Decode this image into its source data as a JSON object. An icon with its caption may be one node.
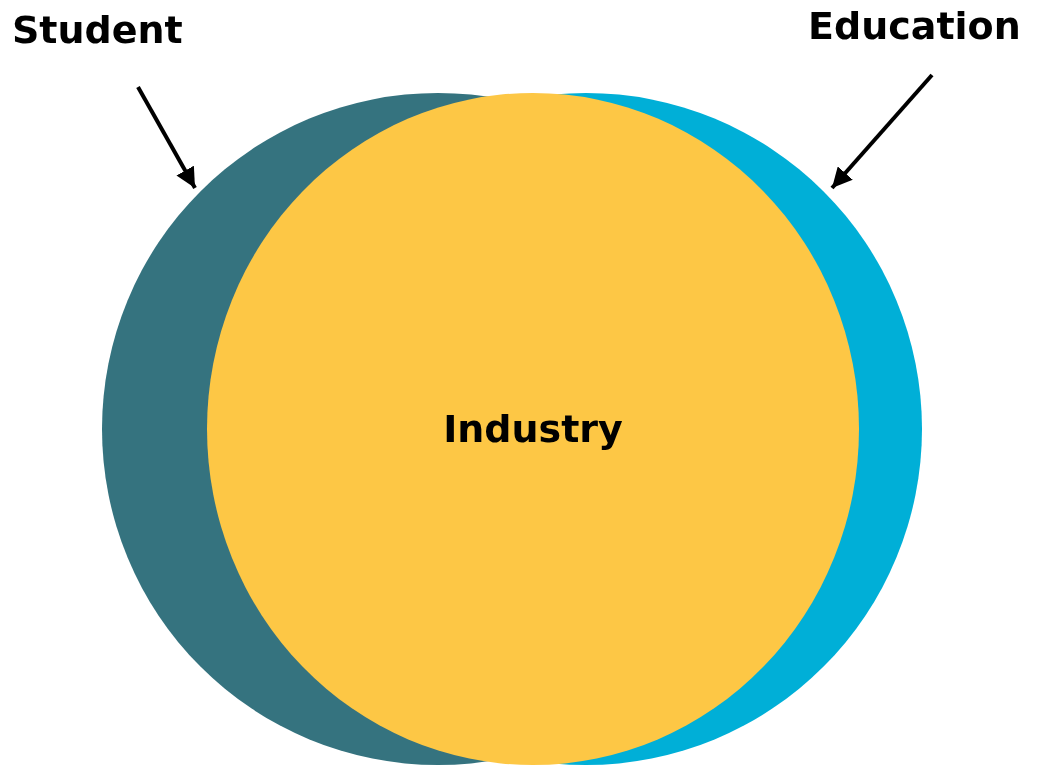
{
  "diagram": {
    "nodes": [
      {
        "text": [
          "Student"
        ]
      },
      {
        "text": [
          "Education"
        ]
      },
      {
        "text": [],
        "shape": "circle"
      },
      {
        "text": [],
        "shape": "circle"
      },
      {
        "text": [
          "Industry"
        ]
      }
    ],
    "edges": [
      {
        "from": 0,
        "to": 2,
        "arrow": "to"
      },
      {
        "from": 1,
        "to": 3,
        "arrow": "to"
      }
    ]
  }
}
